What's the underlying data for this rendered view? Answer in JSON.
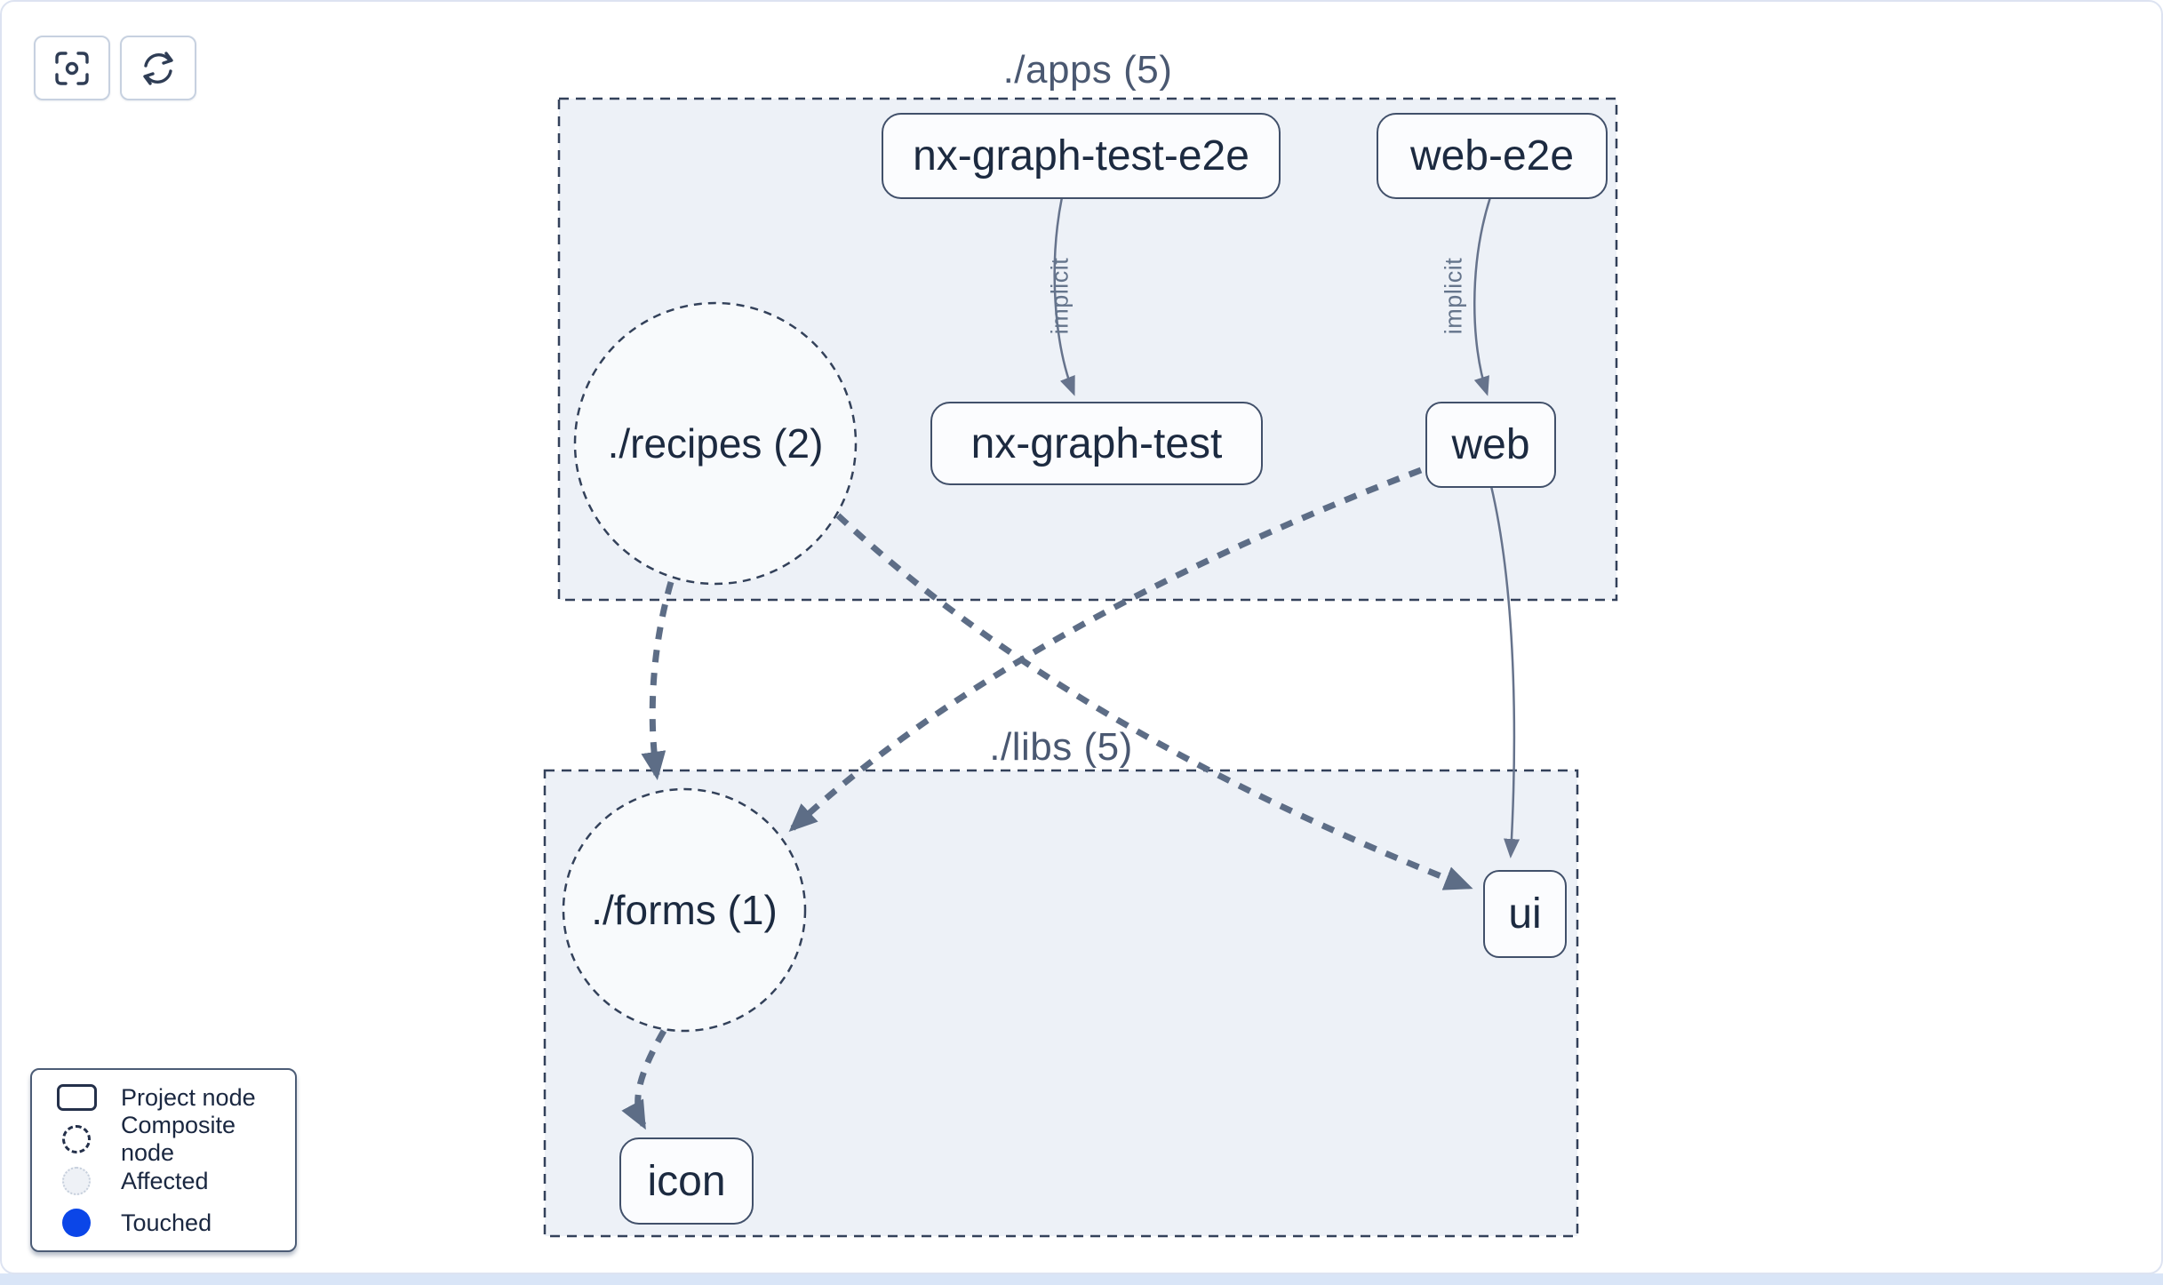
{
  "toolbar": {
    "buttons": [
      {
        "name": "center-graph",
        "icon": "focus-target-icon"
      },
      {
        "name": "refresh-graph",
        "icon": "refresh-icon"
      }
    ]
  },
  "groups": [
    {
      "id": "apps",
      "label": "./apps (5)"
    },
    {
      "id": "libs",
      "label": "./libs (5)"
    }
  ],
  "nodes": [
    {
      "id": "nx-graph-test-e2e",
      "label": "nx-graph-test-e2e",
      "type": "project",
      "group": "apps"
    },
    {
      "id": "web-e2e",
      "label": "web-e2e",
      "type": "project",
      "group": "apps"
    },
    {
      "id": "recipes",
      "label": "./recipes (2)",
      "type": "composite",
      "group": "apps"
    },
    {
      "id": "nx-graph-test",
      "label": "nx-graph-test",
      "type": "project",
      "group": "apps"
    },
    {
      "id": "web",
      "label": "web",
      "type": "project",
      "group": "apps"
    },
    {
      "id": "forms",
      "label": "./forms (1)",
      "type": "composite",
      "group": "libs"
    },
    {
      "id": "ui",
      "label": "ui",
      "type": "project",
      "group": "libs"
    },
    {
      "id": "icon",
      "label": "icon",
      "type": "project",
      "group": "libs"
    }
  ],
  "edges": [
    {
      "from": "nx-graph-test-e2e",
      "to": "nx-graph-test",
      "label": "implicit",
      "style": "solid-thin"
    },
    {
      "from": "web-e2e",
      "to": "web",
      "label": "implicit",
      "style": "solid-thin"
    },
    {
      "from": "recipes",
      "to": "forms",
      "label": "",
      "style": "dashed-thick"
    },
    {
      "from": "recipes",
      "to": "ui",
      "label": "",
      "style": "dashed-thick"
    },
    {
      "from": "web",
      "to": "forms",
      "label": "",
      "style": "dashed-thick"
    },
    {
      "from": "web",
      "to": "ui",
      "label": "",
      "style": "solid-thin"
    },
    {
      "from": "forms",
      "to": "icon",
      "label": "",
      "style": "dashed-thick"
    }
  ],
  "legend": {
    "items": [
      {
        "label": "Project node",
        "swatch": "project-rect"
      },
      {
        "label": "Composite node",
        "swatch": "composite-circle"
      },
      {
        "label": "Affected",
        "swatch": "affected-circle"
      },
      {
        "label": "Touched",
        "swatch": "touched-circle"
      }
    ]
  },
  "colors": {
    "touched": "#0b46e8",
    "group_fill": "#edf1f7",
    "composite_fill": "#f8fafc",
    "edge_thick": "#5d6d86",
    "edge_thin": "#66738c",
    "node_border": "#41506a",
    "dashed_border": "#33415a"
  }
}
